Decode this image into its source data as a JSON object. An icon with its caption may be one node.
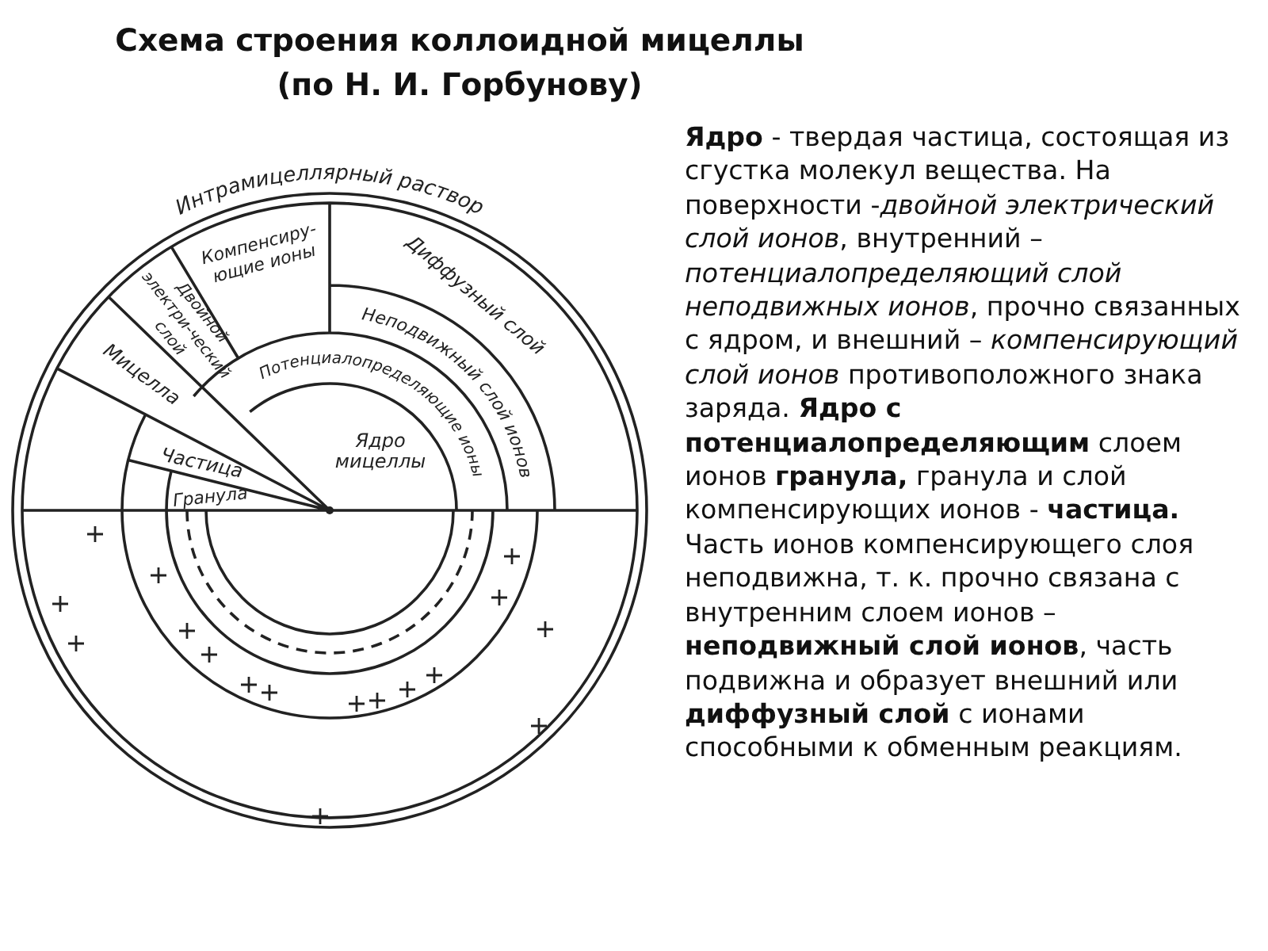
{
  "diagram": {
    "title": "Схема строения коллоидной мицеллы (по Н. И. Горбунову)",
    "labels": [
      "Интрамицеллярный раствор",
      "Компенсиру-ющие ионы",
      "Двойной электри-ческий слой",
      "Диффузный слой",
      "Неподвижный слой ионов",
      "Мицелла",
      "Потенциалопределяющие ионы",
      "Ядро мицеллы",
      "Частица",
      "Гранула",
      "**Ядро** - твердая частица, состоящая из сгустка молекул вещества. На поверхности -*двойной электрический слой ионов*,  внутренний – *потенциалопределяющий слой неподвижных ионов*, прочно связанных с ядром, и внешний – *компенсирующий слой ионов* противоположного знака заряда. **Ядро с потенциалопределяющим** слоем ионов **гранула,** гранула и слой компенсирующих ионов - **частица.** Часть ионов компенсирующего слоя неподвижна, т. к. прочно связана с внутренним слоем ионов – **неподвижный слой ионов**, часть подвижна и образует внешний или **диффузный слой** с ионами способными к обменным реакциям."
    ]
  }
}
